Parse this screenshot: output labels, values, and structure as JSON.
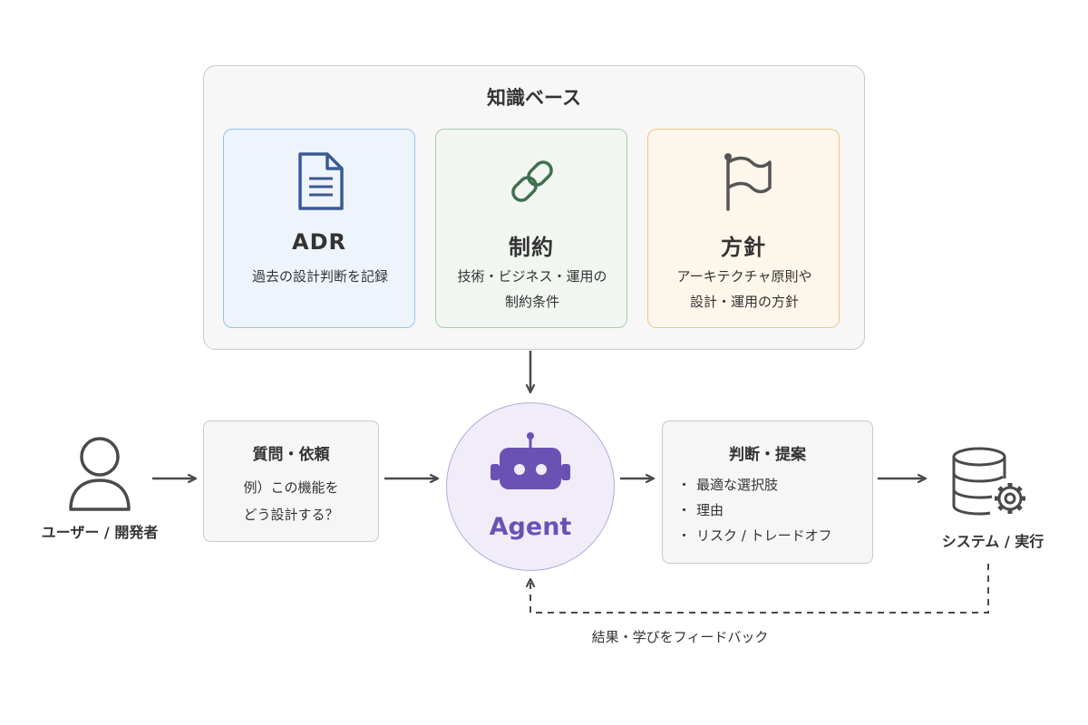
{
  "knowledge_base": {
    "title": "知識ベース",
    "cards": [
      {
        "icon": "document-icon",
        "title": "ADR",
        "lines": [
          "過去の設計判断を記録"
        ],
        "accent": "#3a5a93"
      },
      {
        "icon": "link-icon",
        "title": "制約",
        "lines": [
          "技術・ビジネス・運用の",
          "制約条件"
        ],
        "accent": "#3f6f4f"
      },
      {
        "icon": "flag-icon",
        "title": "方針",
        "lines": [
          "アーキテクチャ原則や",
          "設計・運用の方針"
        ],
        "accent": "#555555"
      }
    ]
  },
  "user": {
    "icon": "person-icon",
    "label": "ユーザー / 開発者"
  },
  "request": {
    "title": "質問・依頼",
    "lines": [
      "例）この機能を",
      "どう設計する？"
    ]
  },
  "agent": {
    "icon": "robot-icon",
    "label": "Agent",
    "color": "#6a52b5"
  },
  "decision": {
    "title": "判断・提案",
    "items": [
      "最適な選択肢",
      "理由",
      "リスク / トレードオフ"
    ]
  },
  "system": {
    "icon": "database-gear-icon",
    "label": "システム / 実行"
  },
  "feedback": {
    "label": "結果・学びをフィードバック"
  },
  "colors": {
    "stroke": "#4a4a4a",
    "agent_purple": "#6a52b5"
  }
}
